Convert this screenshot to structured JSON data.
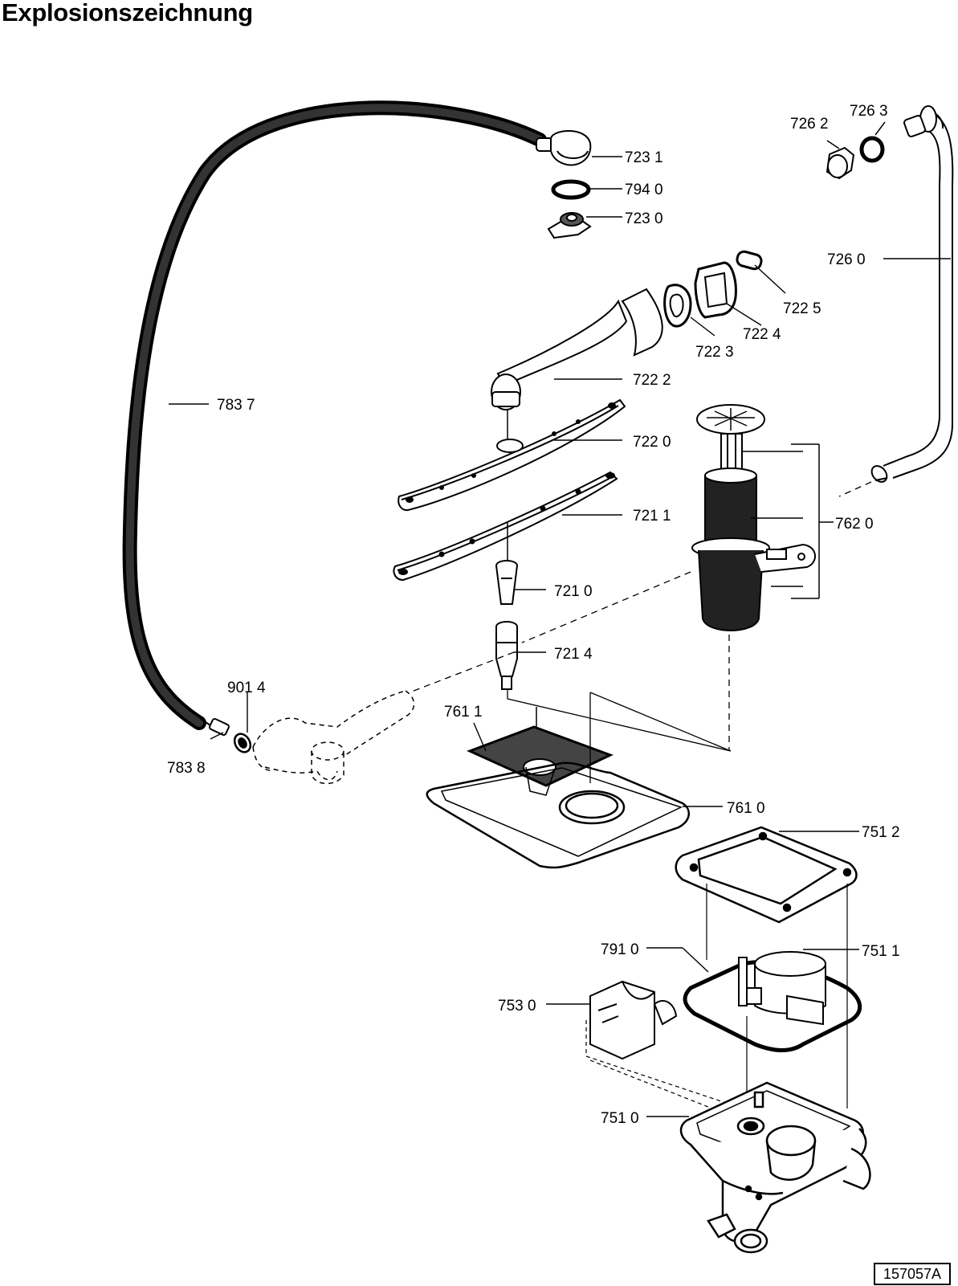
{
  "title": "Explosionszeichnung",
  "document_number": "157057A",
  "labels": {
    "p7231": "723 1",
    "p7940": "794 0",
    "p7230": "723 0",
    "p7262": "726 2",
    "p7263": "726 3",
    "p7260": "726 0",
    "p7225": "722 5",
    "p7224": "722 4",
    "p7223": "722 3",
    "p7222": "722 2",
    "p7220": "722 0",
    "p7211": "721 1",
    "p7620": "762 0",
    "p7210": "721 0",
    "p7214": "721 4",
    "p7837": "783 7",
    "p9014": "901 4",
    "p7838": "783 8",
    "p7611": "761 1",
    "p7610": "761 0",
    "p7512": "751 2",
    "p7910": "791 0",
    "p7511": "751 1",
    "p7530": "753 0",
    "p7510": "751 0"
  }
}
